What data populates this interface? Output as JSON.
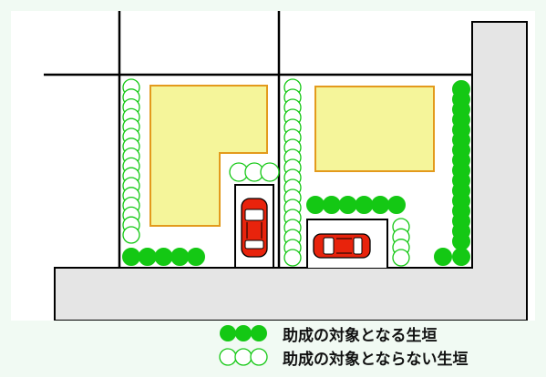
{
  "colors": {
    "background": "#f1faf3",
    "road": "#e5e5e5",
    "house_fill": "#f5f59a",
    "house_border": "#e39a1c",
    "hedge_subsidized": "#14c814",
    "hedge_not_subsidized_outline": "#14c814",
    "car_body": "#e8230c",
    "line": "#000000"
  },
  "legend": {
    "subsidized": {
      "label": "助成の対象となる生垣",
      "icon": "filled-green-hedge-icon"
    },
    "not_subsidized": {
      "label": "助成の対象とならない生垣",
      "icon": "outlined-green-hedge-icon"
    }
  },
  "diagram": {
    "description_items": [
      "left-lot",
      "right-lot",
      "road",
      "parking-spaces",
      "hedges"
    ]
  }
}
